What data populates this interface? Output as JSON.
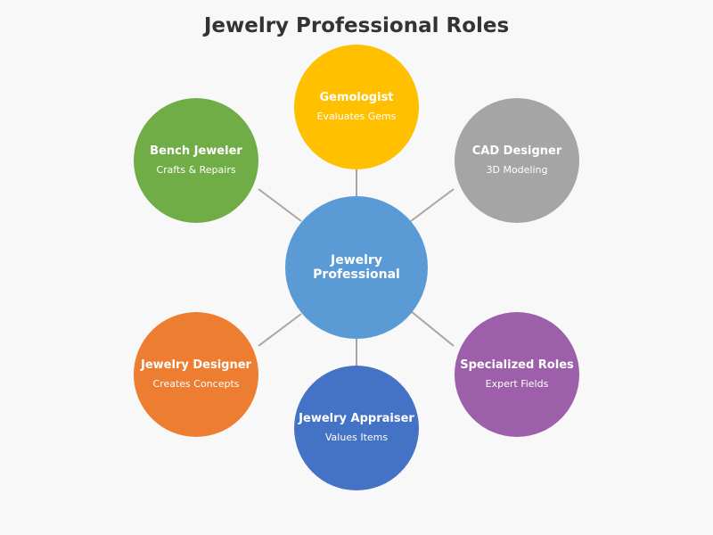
{
  "title": "Jewelry Professional Roles",
  "center": {
    "label": "Jewelry Professional",
    "color": "#5b9bd5"
  },
  "roles": {
    "gemologist": {
      "title": "Gemologist",
      "subtitle": "Evaluates Gems",
      "color": "#ffc000"
    },
    "cad_designer": {
      "title": "CAD Designer",
      "subtitle": "3D Modeling",
      "color": "#a5a5a5"
    },
    "specialized_roles": {
      "title": "Specialized Roles",
      "subtitle": "Expert Fields",
      "color": "#9e5faa"
    },
    "jewelry_appraiser": {
      "title": "Jewelry Appraiser",
      "subtitle": "Values Items",
      "color": "#4472c4"
    },
    "jewelry_designer": {
      "title": "Jewelry Designer",
      "subtitle": "Creates Concepts",
      "color": "#ed7d31"
    },
    "bench_jeweler": {
      "title": "Bench Jeweler",
      "subtitle": "Crafts & Repairs",
      "color": "#70ad47"
    }
  },
  "connector_color": "#a6a6a6"
}
